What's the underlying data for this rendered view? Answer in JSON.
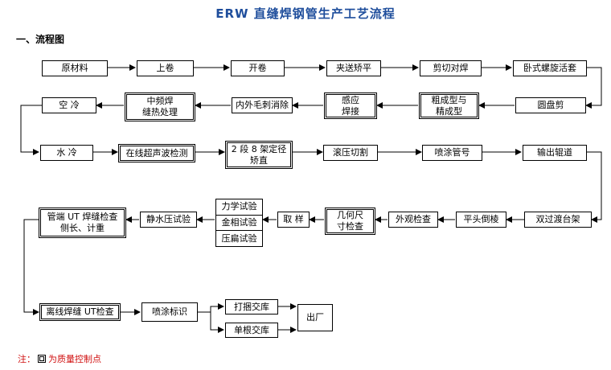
{
  "title": "ERW 直缝焊钢管生产工艺流程",
  "section": "一、流程图",
  "steps": {
    "s01": "原材料",
    "s02": "上卷",
    "s03": "开卷",
    "s04": "夹送矫平",
    "s05": "剪切对焊",
    "s06": "卧式螺旋活套",
    "s07": "圆盘剪",
    "s08": "粗成型与\n精成型",
    "s09": "感应\n焊接",
    "s10": "内外毛刺消除",
    "s11": "中频焊\n缝热处理",
    "s12": "空 冷",
    "s13": "水 冷",
    "s14": "在线超声波检测",
    "s15": "2 段 8 架定径\n矫直",
    "s16": "滚压切割",
    "s17": "喷涂管号",
    "s18": "输出辊道",
    "s19": "双过渡台架",
    "s20": "平头倒棱",
    "s21": "外观检查",
    "s22": "几何尺\n寸检查",
    "s23": "取 样",
    "s24a": "力学试验",
    "s24b": "金相试验",
    "s24c": "压扁试验",
    "s25": "静水压试验",
    "s26": "管端 UT 焊缝检查\n侧长、计重",
    "s27": "离线焊缝 UT检查",
    "s28": "喷涂标识",
    "s29": "打捆交库",
    "s30": "单根交库",
    "s31": "出厂"
  },
  "note": {
    "prefix": "注：",
    "text": "为质量控制点",
    "color": "#d01010"
  },
  "colors": {
    "title": "#1f4e9c"
  }
}
